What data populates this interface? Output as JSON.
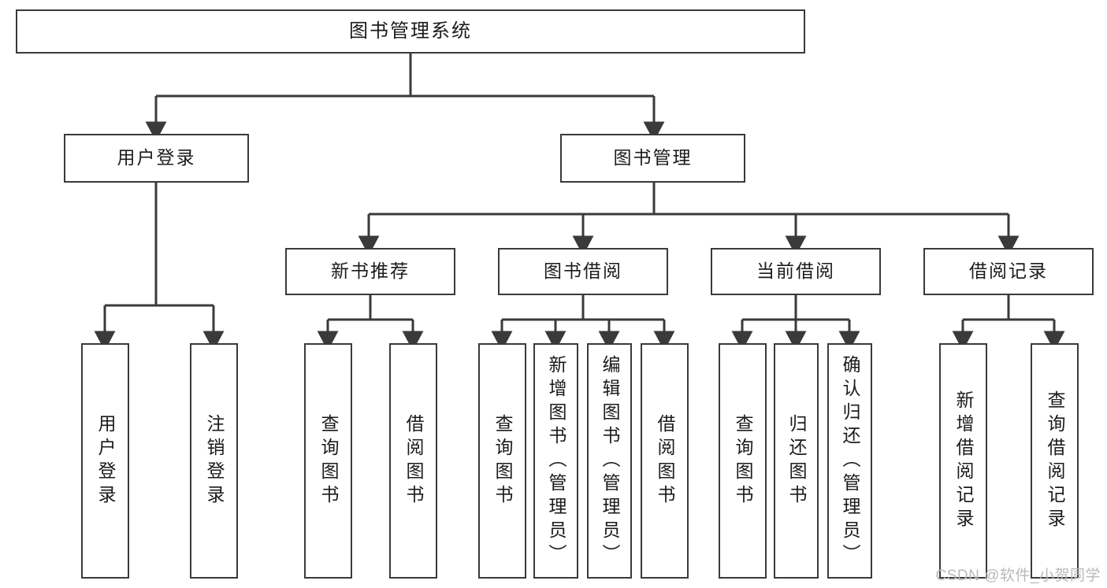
{
  "diagram": {
    "type": "tree-hierarchy-chart",
    "title": "图书管理系统",
    "watermark": "CSDN @软件_小贺同学",
    "colors": {
      "box_border": "#3a3a3a",
      "box_fill": "#ffffff",
      "connector": "#3a3a3a",
      "text": "#1b1b1b",
      "watermark": "#b9b9b9",
      "background": "#ffffff"
    }
  },
  "nodes": {
    "root": {
      "label": "图书管理系统",
      "level": 1
    },
    "level2": [
      {
        "id": "user-login",
        "label": "用户登录"
      },
      {
        "id": "book-management",
        "label": "图书管理"
      }
    ],
    "level3": [
      {
        "id": "new-book-recommend",
        "label": "新书推荐"
      },
      {
        "id": "book-borrow",
        "label": "图书借阅"
      },
      {
        "id": "current-borrow",
        "label": "当前借阅"
      },
      {
        "id": "borrow-record",
        "label": "借阅记录"
      }
    ],
    "leaves": {
      "user_login": [
        {
          "id": "leaf-user-login",
          "label": "用户登录"
        },
        {
          "id": "leaf-user-logout",
          "label": "注销登录"
        }
      ],
      "new_book_recommend": [
        {
          "id": "leaf-query-book-1",
          "label": "查询图书"
        },
        {
          "id": "leaf-borrow-book-1",
          "label": "借阅图书"
        }
      ],
      "book_borrow": [
        {
          "id": "leaf-query-book-2",
          "label": "查询图书"
        },
        {
          "id": "leaf-add-book",
          "label": "新增图书（管理员）"
        },
        {
          "id": "leaf-edit-book",
          "label": "编辑图书（管理员）"
        },
        {
          "id": "leaf-borrow-book-2",
          "label": "借阅图书"
        }
      ],
      "current_borrow": [
        {
          "id": "leaf-query-book-3",
          "label": "查询图书"
        },
        {
          "id": "leaf-return-book",
          "label": "归还图书"
        },
        {
          "id": "leaf-confirm-return",
          "label": "确认归还（管理员）"
        }
      ],
      "borrow_record": [
        {
          "id": "leaf-add-record",
          "label": "新增借阅记录"
        },
        {
          "id": "leaf-query-record",
          "label": "查询借阅记录"
        }
      ]
    }
  },
  "edges": [
    {
      "from": "图书管理系统",
      "to": "用户登录"
    },
    {
      "from": "图书管理系统",
      "to": "图书管理"
    },
    {
      "from": "图书管理",
      "to": "新书推荐"
    },
    {
      "from": "图书管理",
      "to": "图书借阅"
    },
    {
      "from": "图书管理",
      "to": "当前借阅"
    },
    {
      "from": "图书管理",
      "to": "借阅记录"
    },
    {
      "from": "用户登录",
      "to": "用户登录"
    },
    {
      "from": "用户登录",
      "to": "注销登录"
    },
    {
      "from": "新书推荐",
      "to": "查询图书"
    },
    {
      "from": "新书推荐",
      "to": "借阅图书"
    },
    {
      "from": "图书借阅",
      "to": "查询图书"
    },
    {
      "from": "图书借阅",
      "to": "新增图书（管理员）"
    },
    {
      "from": "图书借阅",
      "to": "编辑图书（管理员）"
    },
    {
      "from": "图书借阅",
      "to": "借阅图书"
    },
    {
      "from": "当前借阅",
      "to": "查询图书"
    },
    {
      "from": "当前借阅",
      "to": "归还图书"
    },
    {
      "from": "当前借阅",
      "to": "确认归还（管理员）"
    },
    {
      "from": "借阅记录",
      "to": "新增借阅记录"
    },
    {
      "from": "借阅记录",
      "to": "查询借阅记录"
    }
  ]
}
